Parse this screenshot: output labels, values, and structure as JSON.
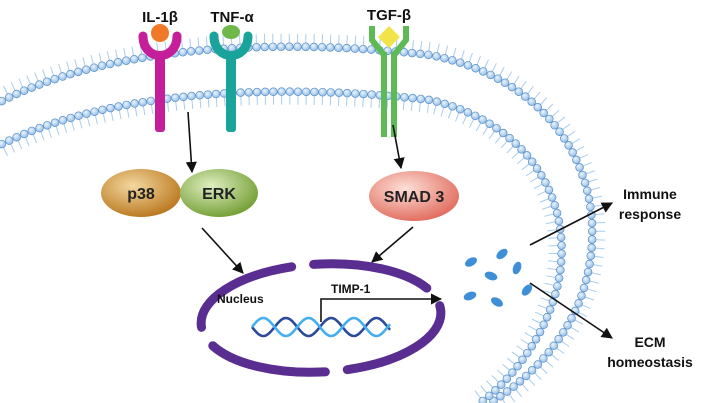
{
  "receptors": {
    "il1b": {
      "label": "IL-1β",
      "color": "#c41e9a",
      "ligand_color": "#f07a2a"
    },
    "tnfa": {
      "label": "TNF-α",
      "color": "#1aa39a",
      "ligand_color": "#6fb84a"
    },
    "tgfb": {
      "label": "TGF-β",
      "color": "#5dba55",
      "ligand_color": "#f2e34a"
    }
  },
  "kinases": {
    "p38": {
      "label": "p38",
      "color": "#c98a2a"
    },
    "erk": {
      "label": "ERK",
      "color": "#8cb84a"
    },
    "smad3": {
      "label": "SMAD 3",
      "color": "#f08a7a"
    }
  },
  "nucleus": {
    "label": "Nucleus",
    "color": "#5a2d91"
  },
  "gene": {
    "label": "TIMP-1",
    "dna_color": "#2b4a9a"
  },
  "outputs": {
    "immune": {
      "line1": "Immune",
      "line2": "response"
    },
    "ecm": {
      "line1": "ECM",
      "line2": "homeostasis"
    }
  },
  "colors": {
    "membrane": "#a9cdee",
    "membrane_edge": "#5a8fc7",
    "secreted": "#3f8fd6"
  }
}
